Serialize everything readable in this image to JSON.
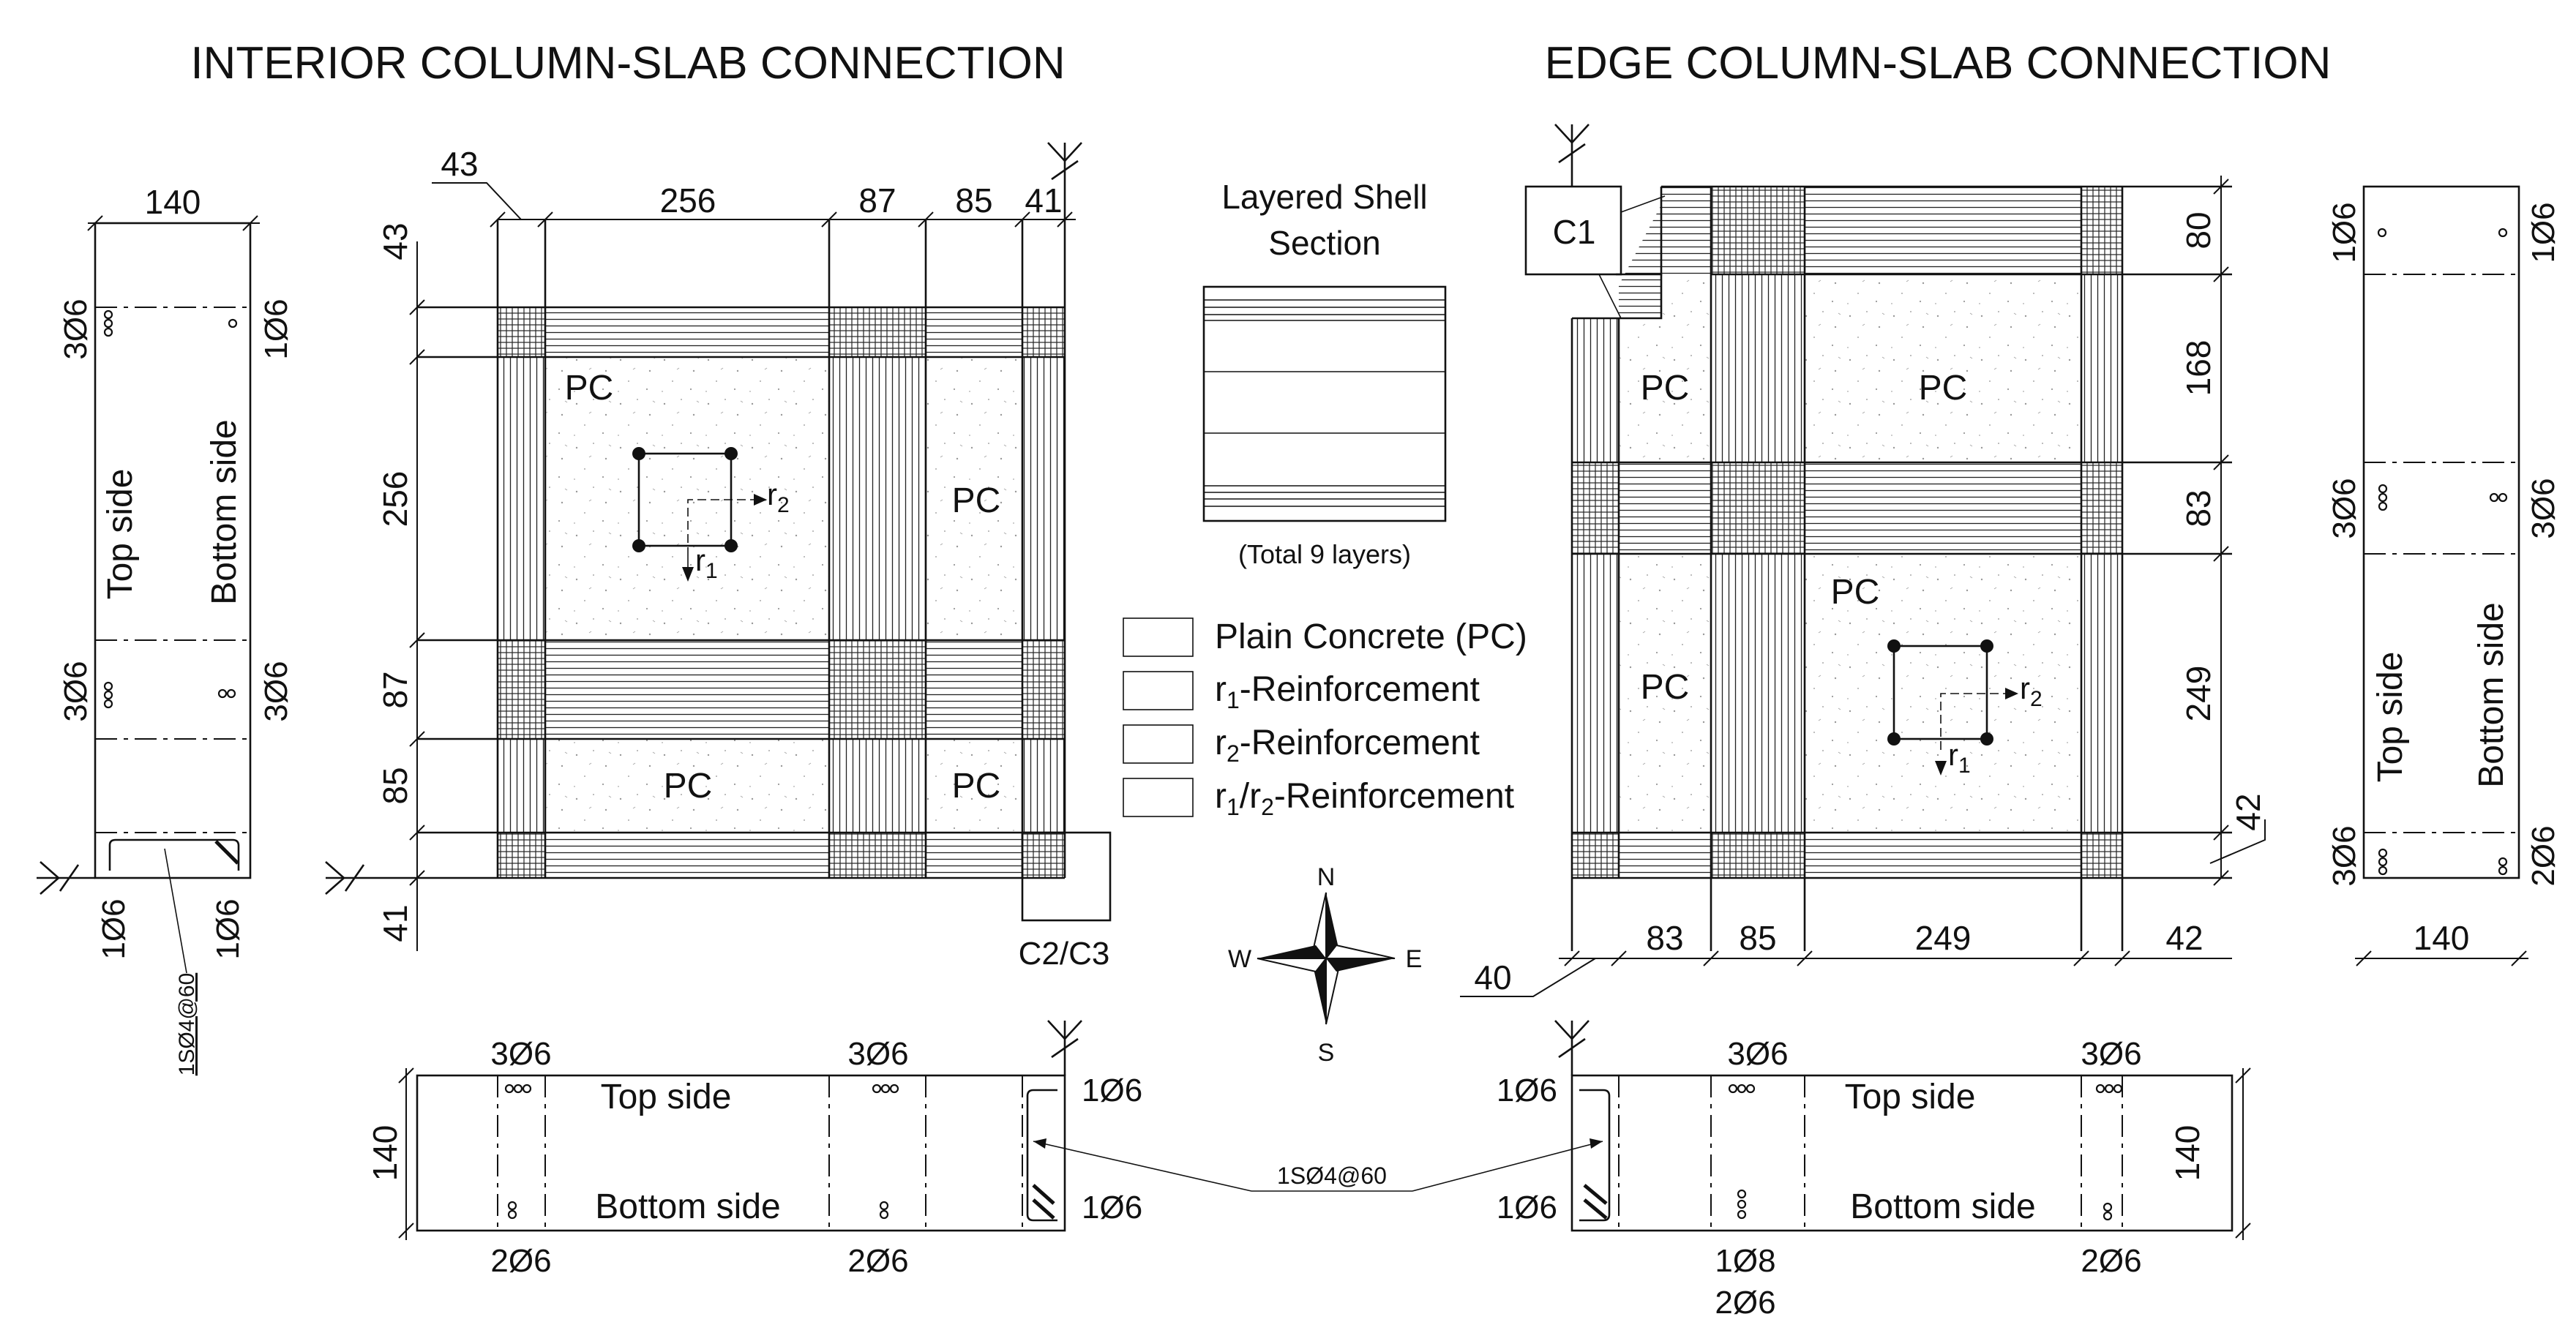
{
  "titles": {
    "interior": "INTERIOR COLUMN-SLAB CONNECTION",
    "edge": "EDGE COLUMN-SLAB CONNECTION"
  },
  "interior_plan": {
    "top_dims": [
      "43",
      "256",
      "87",
      "85",
      "41"
    ],
    "left_dims": [
      "43",
      "256",
      "87",
      "85",
      "41"
    ],
    "regions": [
      "PC",
      "PC",
      "PC",
      "PC"
    ],
    "column_label": "C2/C3"
  },
  "edge_plan": {
    "right_dims": [
      "80",
      "168",
      "83",
      "249",
      "42"
    ],
    "bottom_dims": [
      "40",
      "83",
      "85",
      "249",
      "42"
    ],
    "regions": [
      "PC",
      "PC",
      "PC",
      "PC"
    ],
    "column_label": "C1"
  },
  "axes": {
    "r1": "r",
    "r1_sub": "1",
    "r2": "r",
    "r2_sub": "2"
  },
  "shell": {
    "title_line1": "Layered Shell",
    "title_line2": "Section",
    "caption": "(Total 9 layers)"
  },
  "legend": [
    {
      "label": "Plain Concrete (PC)",
      "pattern": "pc"
    },
    {
      "prefix": "r",
      "sub": "1",
      "label": "-Reinforcement",
      "pattern": "vert"
    },
    {
      "prefix": "r",
      "sub": "2",
      "label": "-Reinforcement",
      "pattern": "horiz"
    },
    {
      "prefix": "r",
      "sub": "1",
      "mid": "/r",
      "sub2": "2",
      "label": "-Reinforcement",
      "pattern": "grid"
    }
  ],
  "compass": {
    "n": "N",
    "s": "S",
    "e": "E",
    "w": "W"
  },
  "left_section": {
    "width": "140",
    "top_side": "Top side",
    "bottom_side": "Bottom side",
    "bars": [
      "3Ø6",
      "1Ø6",
      "3Ø6",
      "3Ø6",
      "1Ø6",
      "1Ø6"
    ],
    "stirrup": "1SØ4@60"
  },
  "right_section": {
    "width": "140",
    "top_side": "Top side",
    "bottom_side": "Bottom side",
    "bars": [
      "1Ø6",
      "1Ø6",
      "3Ø6",
      "3Ø6",
      "3Ø6",
      "2Ø6"
    ]
  },
  "bottom_left_section": {
    "depth": "140",
    "top_side": "Top side",
    "bottom_side": "Bottom side",
    "bars": [
      "3Ø6",
      "3Ø6",
      "1Ø6",
      "1Ø6",
      "2Ø6",
      "2Ø6"
    ]
  },
  "bottom_right_section": {
    "depth": "140",
    "top_side": "Top side",
    "bottom_side": "Bottom side",
    "bars": [
      "1Ø6",
      "1Ø6",
      "3Ø6",
      "3Ø6",
      "1Ø8",
      "2Ø6",
      "2Ø6"
    ],
    "stirrup": "1SØ4@60"
  }
}
